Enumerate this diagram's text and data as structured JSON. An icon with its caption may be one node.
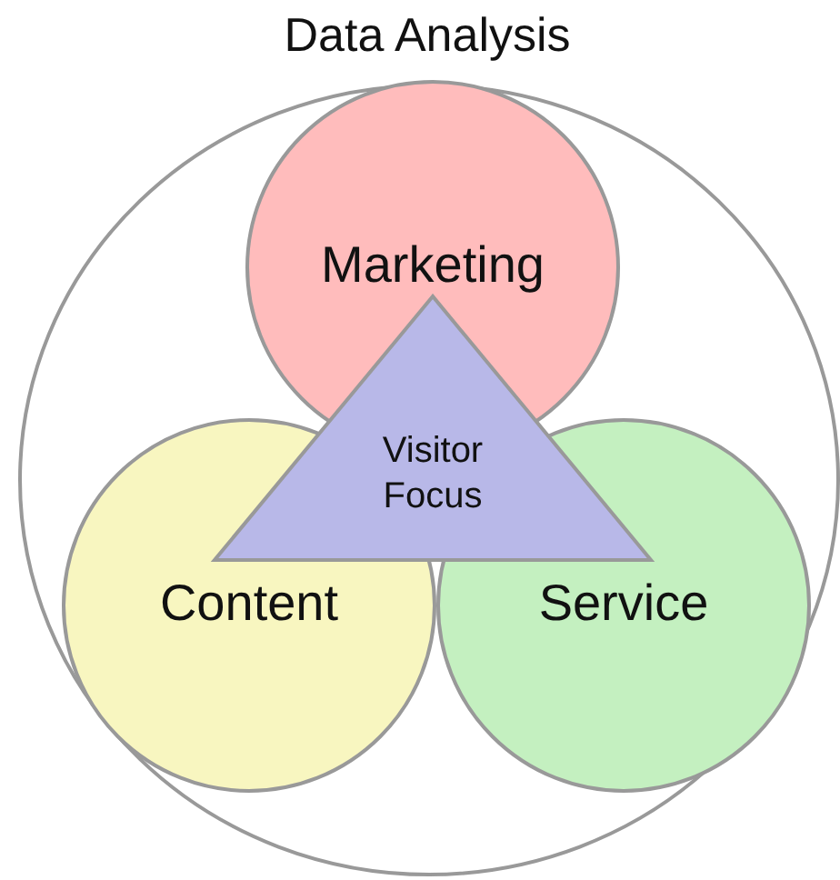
{
  "diagram": {
    "nodes": [
      {
        "text": [
          "Data Analysis"
        ]
      },
      {
        "text": [
          "Marketing"
        ],
        "in": 0
      },
      {
        "text": [
          "Content"
        ],
        "in": 0
      },
      {
        "text": [
          "Service"
        ],
        "in": 0
      },
      {
        "text": [
          "Visitor Focus"
        ],
        "in": 0
      }
    ]
  }
}
